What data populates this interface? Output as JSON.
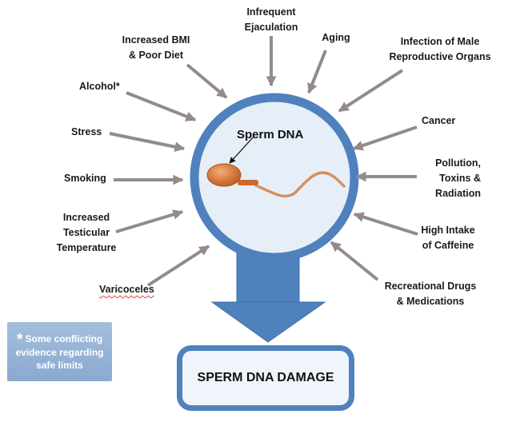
{
  "center": {
    "label": "Sperm DNA"
  },
  "outcome": {
    "label": "SPERM DNA DAMAGE"
  },
  "footnote": {
    "star": "*",
    "text": "Some conflicting\nevidence regarding\nsafe limits"
  },
  "factors": {
    "infrequent_ejaculation": "Infrequent\nEjaculation",
    "aging": "Aging",
    "infection": "Infection of Male\nReproductive Organs",
    "bmi_diet": "Increased BMI\n& Poor Diet",
    "alcohol": "Alcohol*",
    "stress": "Stress",
    "smoking": "Smoking",
    "testicular_temperature": "Increased\nTesticular\nTemperature",
    "varicoceles": "Varicoceles",
    "cancer": "Cancer",
    "pollution": "Pollution,\nToxins &\nRadiation",
    "caffeine": "High Intake\nof Caffeine",
    "drugs": "Recreational Drugs\n& Medications"
  },
  "colors": {
    "circle_border": "#4f81bd",
    "circle_fill": "#e6eef7",
    "arrow_gray": "#948a8c",
    "down_arrow": "#4f81bd",
    "sperm_body": "#d07a3e",
    "note_fill": "#95b3d7"
  }
}
